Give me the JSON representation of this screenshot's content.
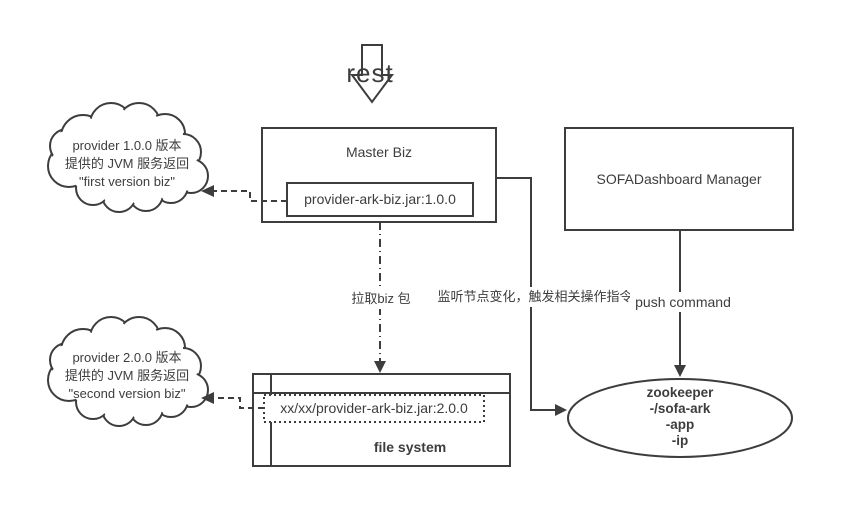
{
  "diagram": {
    "rest_arrow_label": "rest",
    "cloud_v1": {
      "line1": "provider 1.0.0 版本",
      "line2": "提供的 JVM 服务返回",
      "line3": "\"first version biz\""
    },
    "cloud_v2": {
      "line1": "provider 2.0.0 版本",
      "line2": "提供的 JVM 服务返回",
      "line3": "\"second version biz\""
    },
    "master_biz": {
      "title": "Master Biz",
      "artifact": "provider-ark-biz.jar:1.0.0"
    },
    "sofa_dashboard": {
      "title": "SOFADashboard Manager"
    },
    "file_system": {
      "title": "file system",
      "artifact_path": "xx/xx/provider-ark-biz.jar:2.0.0"
    },
    "zookeeper": {
      "title": "zookeeper",
      "node1": "-/sofa-ark",
      "node2": "-app",
      "node3": "-ip"
    },
    "edges": {
      "pull_biz_label": "拉取biz 包",
      "listen_label": "监听节点变化，触发相关操作指令",
      "push_label": "push command"
    },
    "colors": {
      "stroke": "#3d3d3d",
      "text": "#3d3d3d",
      "background": "#ffffff"
    }
  }
}
